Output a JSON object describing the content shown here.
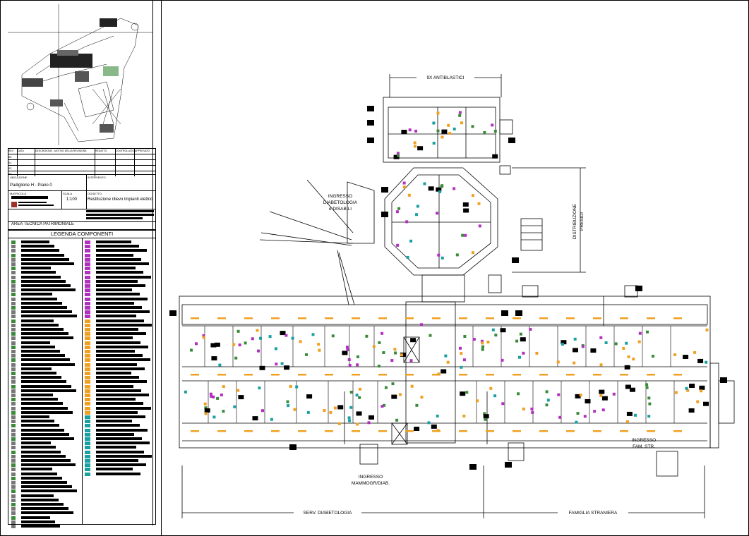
{
  "titleblock": {
    "revision_headers": [
      "REV",
      "DATA",
      "DESCRIZIONE - MOTIVO DELLA REVISIONE",
      "REDATTO",
      "CONTROLLATO",
      "APPROVATO"
    ],
    "revision_rows": [
      "00",
      "01",
      "02",
      "03"
    ],
    "ubicazione_label": "UBICAZIONE",
    "ubicazione_value": "Padiglione H - Piano 0",
    "intervento_label": "INTERVENTO",
    "matricola_label": "MATRICOLA",
    "scala_label": "SCALA",
    "scala_value": "1:100",
    "oggetto_label": "OGGETTO",
    "oggetto_value": "Restituzione rilievo impianti elettrici",
    "area_label": "AREA TECNICA PATRIMONIALE",
    "legend_title": "LEGENDA COMPONENTI"
  },
  "plan": {
    "labels": {
      "antiblastici": "9X ANTIBLASTICI",
      "ingresso_diabetologia_line1": "INGRESSO",
      "ingresso_diabetologia_line2": "DIABETOLOGIA",
      "ingresso_diabetologia_line3": "e DISABILI",
      "distribuzione_line1": "DISTRIBUZIONE",
      "distribuzione_line2": "PRESIDI",
      "ingresso_mammografia_line1": "INGRESSO",
      "ingresso_mammografia_line2": "MAMMOGR/DIAB.",
      "ingresso_fam_line1": "INGRESSO",
      "ingresso_fam_line2": "FAM. STR.",
      "serv_diabetologia": "SERV. DIABETOLOGIA",
      "famiglia_straniera": "FAMIGLIA STRANIERA"
    }
  },
  "colors": {
    "symbol_orange": "#f0a020",
    "symbol_green": "#3a8a3a",
    "symbol_magenta": "#b030c0",
    "symbol_teal": "#1aa0a0",
    "line": "#000000"
  }
}
